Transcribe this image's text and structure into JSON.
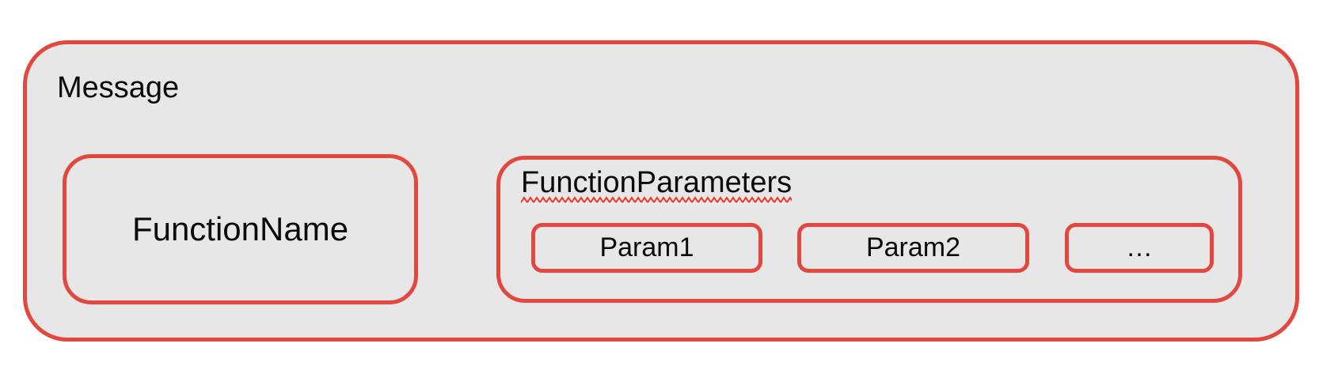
{
  "message": {
    "label": "Message",
    "function_name": {
      "label": "FunctionName"
    },
    "function_parameters": {
      "label": "FunctionParameters",
      "params": [
        {
          "label": "Param1"
        },
        {
          "label": "Param2"
        },
        {
          "label": "…"
        }
      ]
    }
  },
  "colors": {
    "border_red": "#e34840",
    "squiggle_red": "#ed3124",
    "fill_gray": "#e7e7e7",
    "text_black": "#0b0b0b",
    "background_white": "#ffffff"
  }
}
